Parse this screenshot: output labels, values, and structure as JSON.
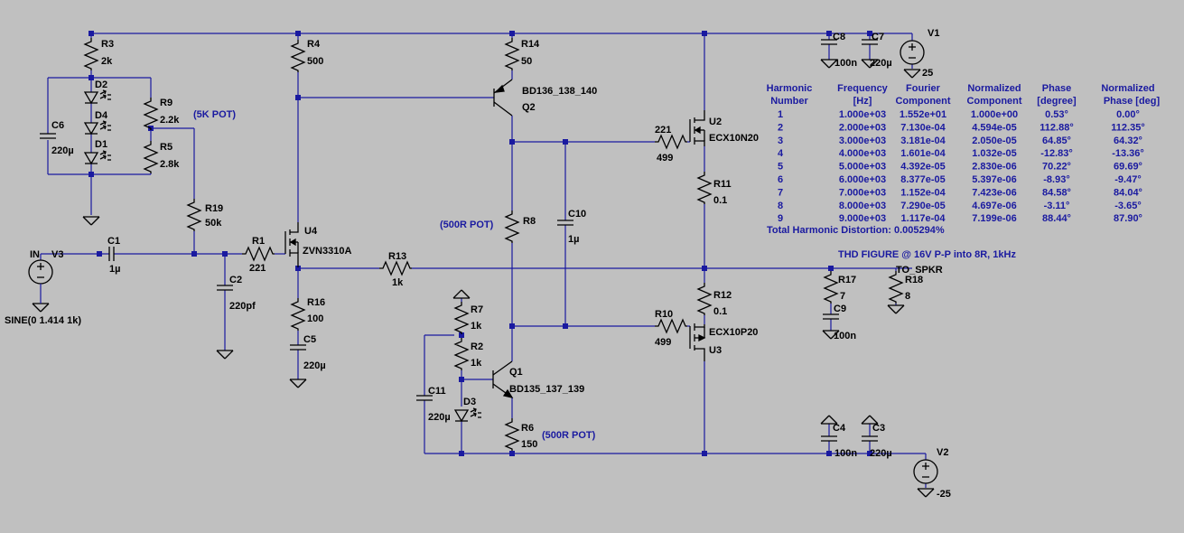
{
  "components": {
    "R3": {
      "ref": "R3",
      "value": "2k"
    },
    "R4": {
      "ref": "R4",
      "value": "500"
    },
    "R14": {
      "ref": "R14",
      "value": "50"
    },
    "R9": {
      "ref": "R9",
      "value": "2.2k"
    },
    "R5": {
      "ref": "R5",
      "value": "2.8k"
    },
    "R19": {
      "ref": "R19",
      "value": "50k"
    },
    "R1": {
      "ref": "R1",
      "value": "221"
    },
    "R13": {
      "ref": "R13",
      "value": "1k"
    },
    "R16": {
      "ref": "R16",
      "value": "100"
    },
    "R8": {
      "ref": "R8",
      "value": ""
    },
    "R7": {
      "ref": "R7",
      "value": "1k"
    },
    "R2": {
      "ref": "R2",
      "value": "1k"
    },
    "R6": {
      "ref": "R6",
      "value": "150"
    },
    "R11": {
      "ref": "R11",
      "value": "0.1"
    },
    "R12": {
      "ref": "R12",
      "value": "0.1"
    },
    "R17": {
      "ref": "R17",
      "value": "7"
    },
    "R18": {
      "ref": "R18",
      "value": "8"
    },
    "R221": {
      "ref": "221",
      "value": "499"
    },
    "R10": {
      "ref": "R10",
      "value": "499"
    },
    "C1": {
      "ref": "C1",
      "value": "1µ"
    },
    "C2": {
      "ref": "C2",
      "value": "220pf"
    },
    "C5": {
      "ref": "C5",
      "value": "220µ"
    },
    "C6": {
      "ref": "C6",
      "value": "220µ"
    },
    "C8": {
      "ref": "C8",
      "value": "100n"
    },
    "C7": {
      "ref": "C7",
      "value": "220µ"
    },
    "C10": {
      "ref": "C10",
      "value": "1µ"
    },
    "C11": {
      "ref": "C11",
      "value": "220µ"
    },
    "C9": {
      "ref": "C9",
      "value": "100n"
    },
    "C4": {
      "ref": "C4",
      "value": "100n"
    },
    "C3": {
      "ref": "C3",
      "value": "220µ"
    },
    "D2": {
      "ref": "D2"
    },
    "D4": {
      "ref": "D4"
    },
    "D1": {
      "ref": "D1"
    },
    "D3": {
      "ref": "D3"
    },
    "Q2": {
      "ref": "Q2",
      "model": "BD136_138_140"
    },
    "Q1": {
      "ref": "Q1",
      "model": "BD135_137_139"
    },
    "U4": {
      "ref": "U4",
      "model": "ZVN3310A"
    },
    "U2": {
      "ref": "U2",
      "model": "ECX10N20"
    },
    "U3": {
      "ref": "U3",
      "model": "ECX10P20"
    },
    "V1": {
      "ref": "V1",
      "value": "25"
    },
    "V2": {
      "ref": "V2",
      "value": "-25"
    },
    "V3": {
      "ref": "V3",
      "value": "SINE(0 1.414 1k)"
    }
  },
  "nets": {
    "in": "IN",
    "spkr": "TO_SPKR"
  },
  "notes": {
    "pot5k": "(5K POT)",
    "pot500a": "(500R POT)",
    "pot500b": "(500R POT)",
    "thd": "THD FIGURE @ 16V P-P into 8R, 1kHz"
  },
  "fourier": {
    "headers_row1": [
      "Harmonic",
      "Frequency",
      "Fourier",
      "Normalized",
      "Phase",
      "Normalized"
    ],
    "headers_row2": [
      "Number",
      "[Hz]",
      "Component",
      "Component",
      "[degree]",
      "Phase [deg]"
    ],
    "rows": [
      [
        "1",
        "1.000e+03",
        "1.552e+01",
        "1.000e+00",
        "0.53°",
        "0.00°"
      ],
      [
        "2",
        "2.000e+03",
        "7.130e-04",
        "4.594e-05",
        "112.88°",
        "112.35°"
      ],
      [
        "3",
        "3.000e+03",
        "3.181e-04",
        "2.050e-05",
        "64.85°",
        "64.32°"
      ],
      [
        "4",
        "4.000e+03",
        "1.601e-04",
        "1.032e-05",
        "-12.83°",
        "-13.36°"
      ],
      [
        "5",
        "5.000e+03",
        "4.392e-05",
        "2.830e-06",
        "70.22°",
        "69.69°"
      ],
      [
        "6",
        "6.000e+03",
        "8.377e-05",
        "5.397e-06",
        "-8.93°",
        "-9.47°"
      ],
      [
        "7",
        "7.000e+03",
        "1.152e-04",
        "7.423e-06",
        "84.58°",
        "84.04°"
      ],
      [
        "8",
        "8.000e+03",
        "7.290e-05",
        "4.697e-06",
        "-3.11°",
        "-3.65°"
      ],
      [
        "9",
        "9.000e+03",
        "1.117e-04",
        "7.199e-06",
        "88.44°",
        "87.90°"
      ]
    ],
    "thd": "Total Harmonic Distortion: 0.005294%"
  }
}
